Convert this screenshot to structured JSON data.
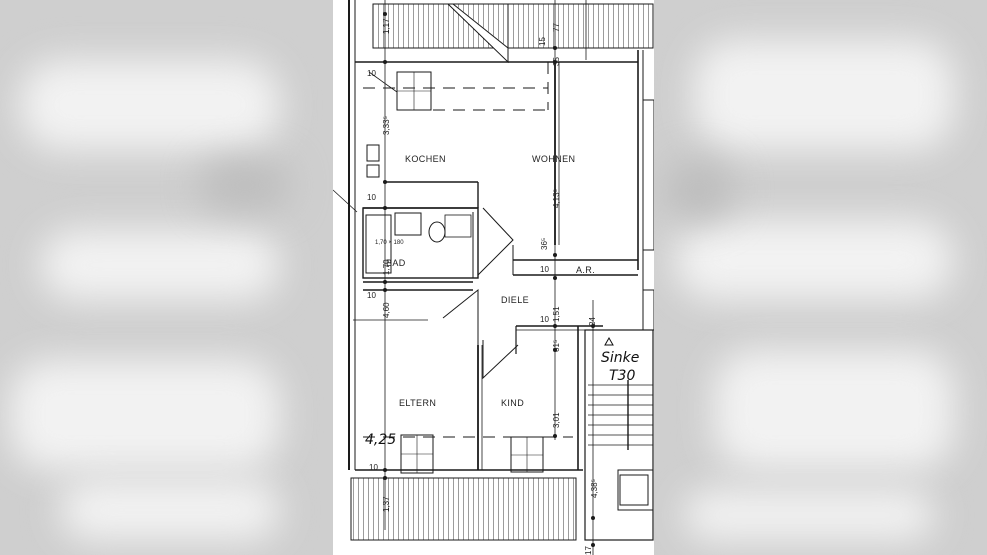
{
  "rooms": {
    "kochen": "KOCHEN",
    "wohnen": "WOHNEN",
    "bad": "BAD",
    "diele": "DIELE",
    "ar": "A.R.",
    "eltern": "ELTERN",
    "kind": "KIND"
  },
  "dimensions": {
    "top_left_height": "1,17",
    "kitchen_height": "3,33⁵",
    "wall_10_a": "10",
    "wall_10_b": "10",
    "wall_10_c": "10",
    "wall_10_d": "10",
    "wall_10_e": "10",
    "wall_10_f": "10",
    "bath_height": "1,70",
    "tub_size": "1,70 × 180",
    "eltern_height": "4,60",
    "bottom_left_height": "1,37",
    "top_mid_77": "77",
    "top_mid_15": "15",
    "top_mid_35": "35",
    "wohnen_height": "4,13⁵",
    "mid_36": "36⁵",
    "diele_height": "1,51",
    "kind_61": "61⁵",
    "kind_height": "3,01",
    "right_24": "24",
    "right_438": "4,38⁵",
    "bottom_17": "17"
  },
  "annotations": {
    "handwritten_width": "4,25",
    "stair_note_1": "Sinke",
    "stair_note_2": "T30"
  }
}
